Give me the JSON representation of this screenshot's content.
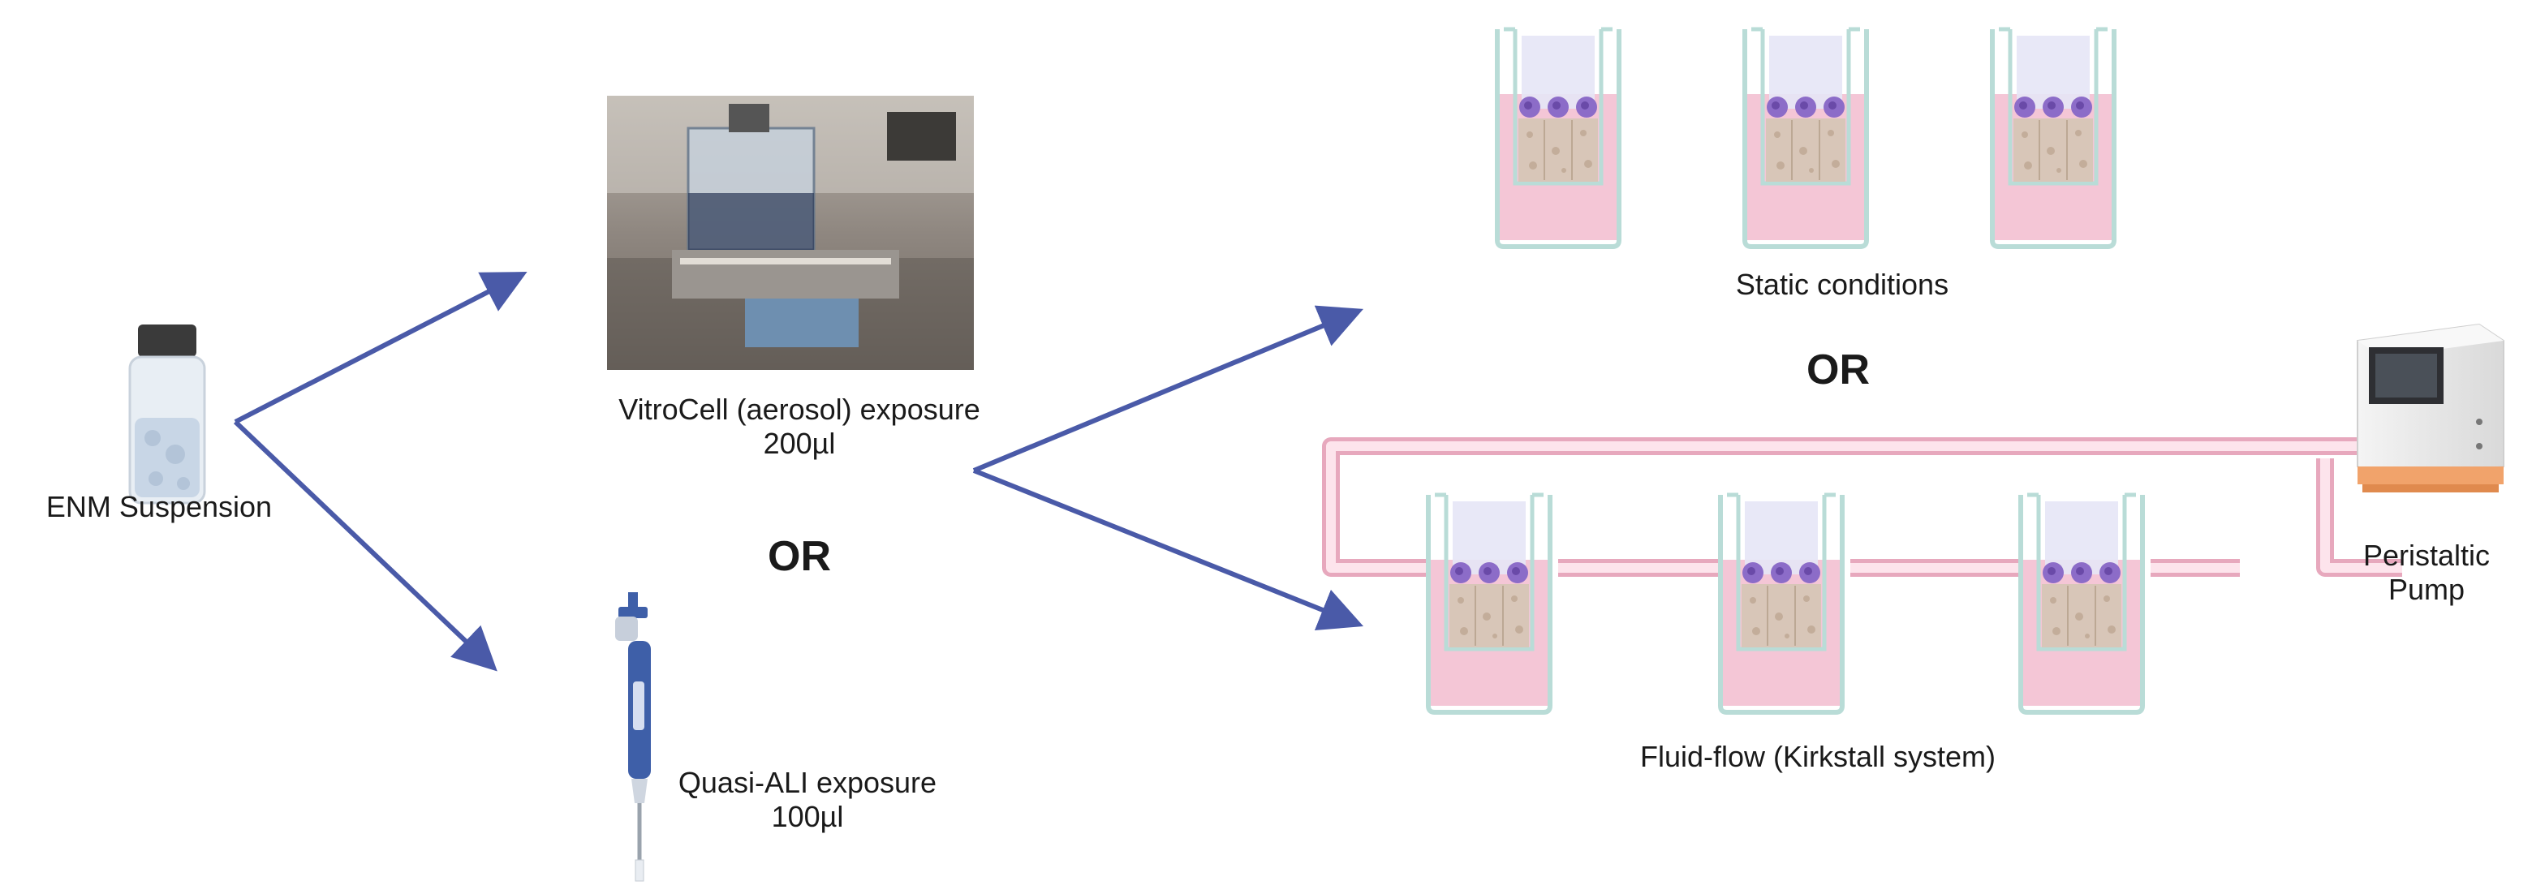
{
  "labels": {
    "enm_suspension": "ENM Suspension",
    "vitrocell_line1": "VitroCell (aerosol) exposure",
    "vitrocell_line2": "200µl",
    "or_exposure": "OR",
    "quasi_ali_line1": "Quasi-ALI exposure",
    "quasi_ali_line2": "100µl",
    "static_conditions": "Static conditions",
    "or_conditions": "OR",
    "fluid_flow": "Fluid-flow (Kirkstall system)",
    "pump_line1": "Peristaltic",
    "pump_line2": "Pump"
  },
  "colors": {
    "arrow": "#4a5aa8",
    "medium": "#f4c6d6",
    "tubing": "#f4c6d6",
    "well_outline": "#b9dcd7",
    "insert": "#e6e6f6",
    "tissue": "#d8c6b8",
    "cell": "#8c6cc8"
  },
  "icons": [
    "vial-icon",
    "vitrocell-photo",
    "pipette-icon",
    "transwell-icon",
    "peristaltic-pump-icon"
  ]
}
